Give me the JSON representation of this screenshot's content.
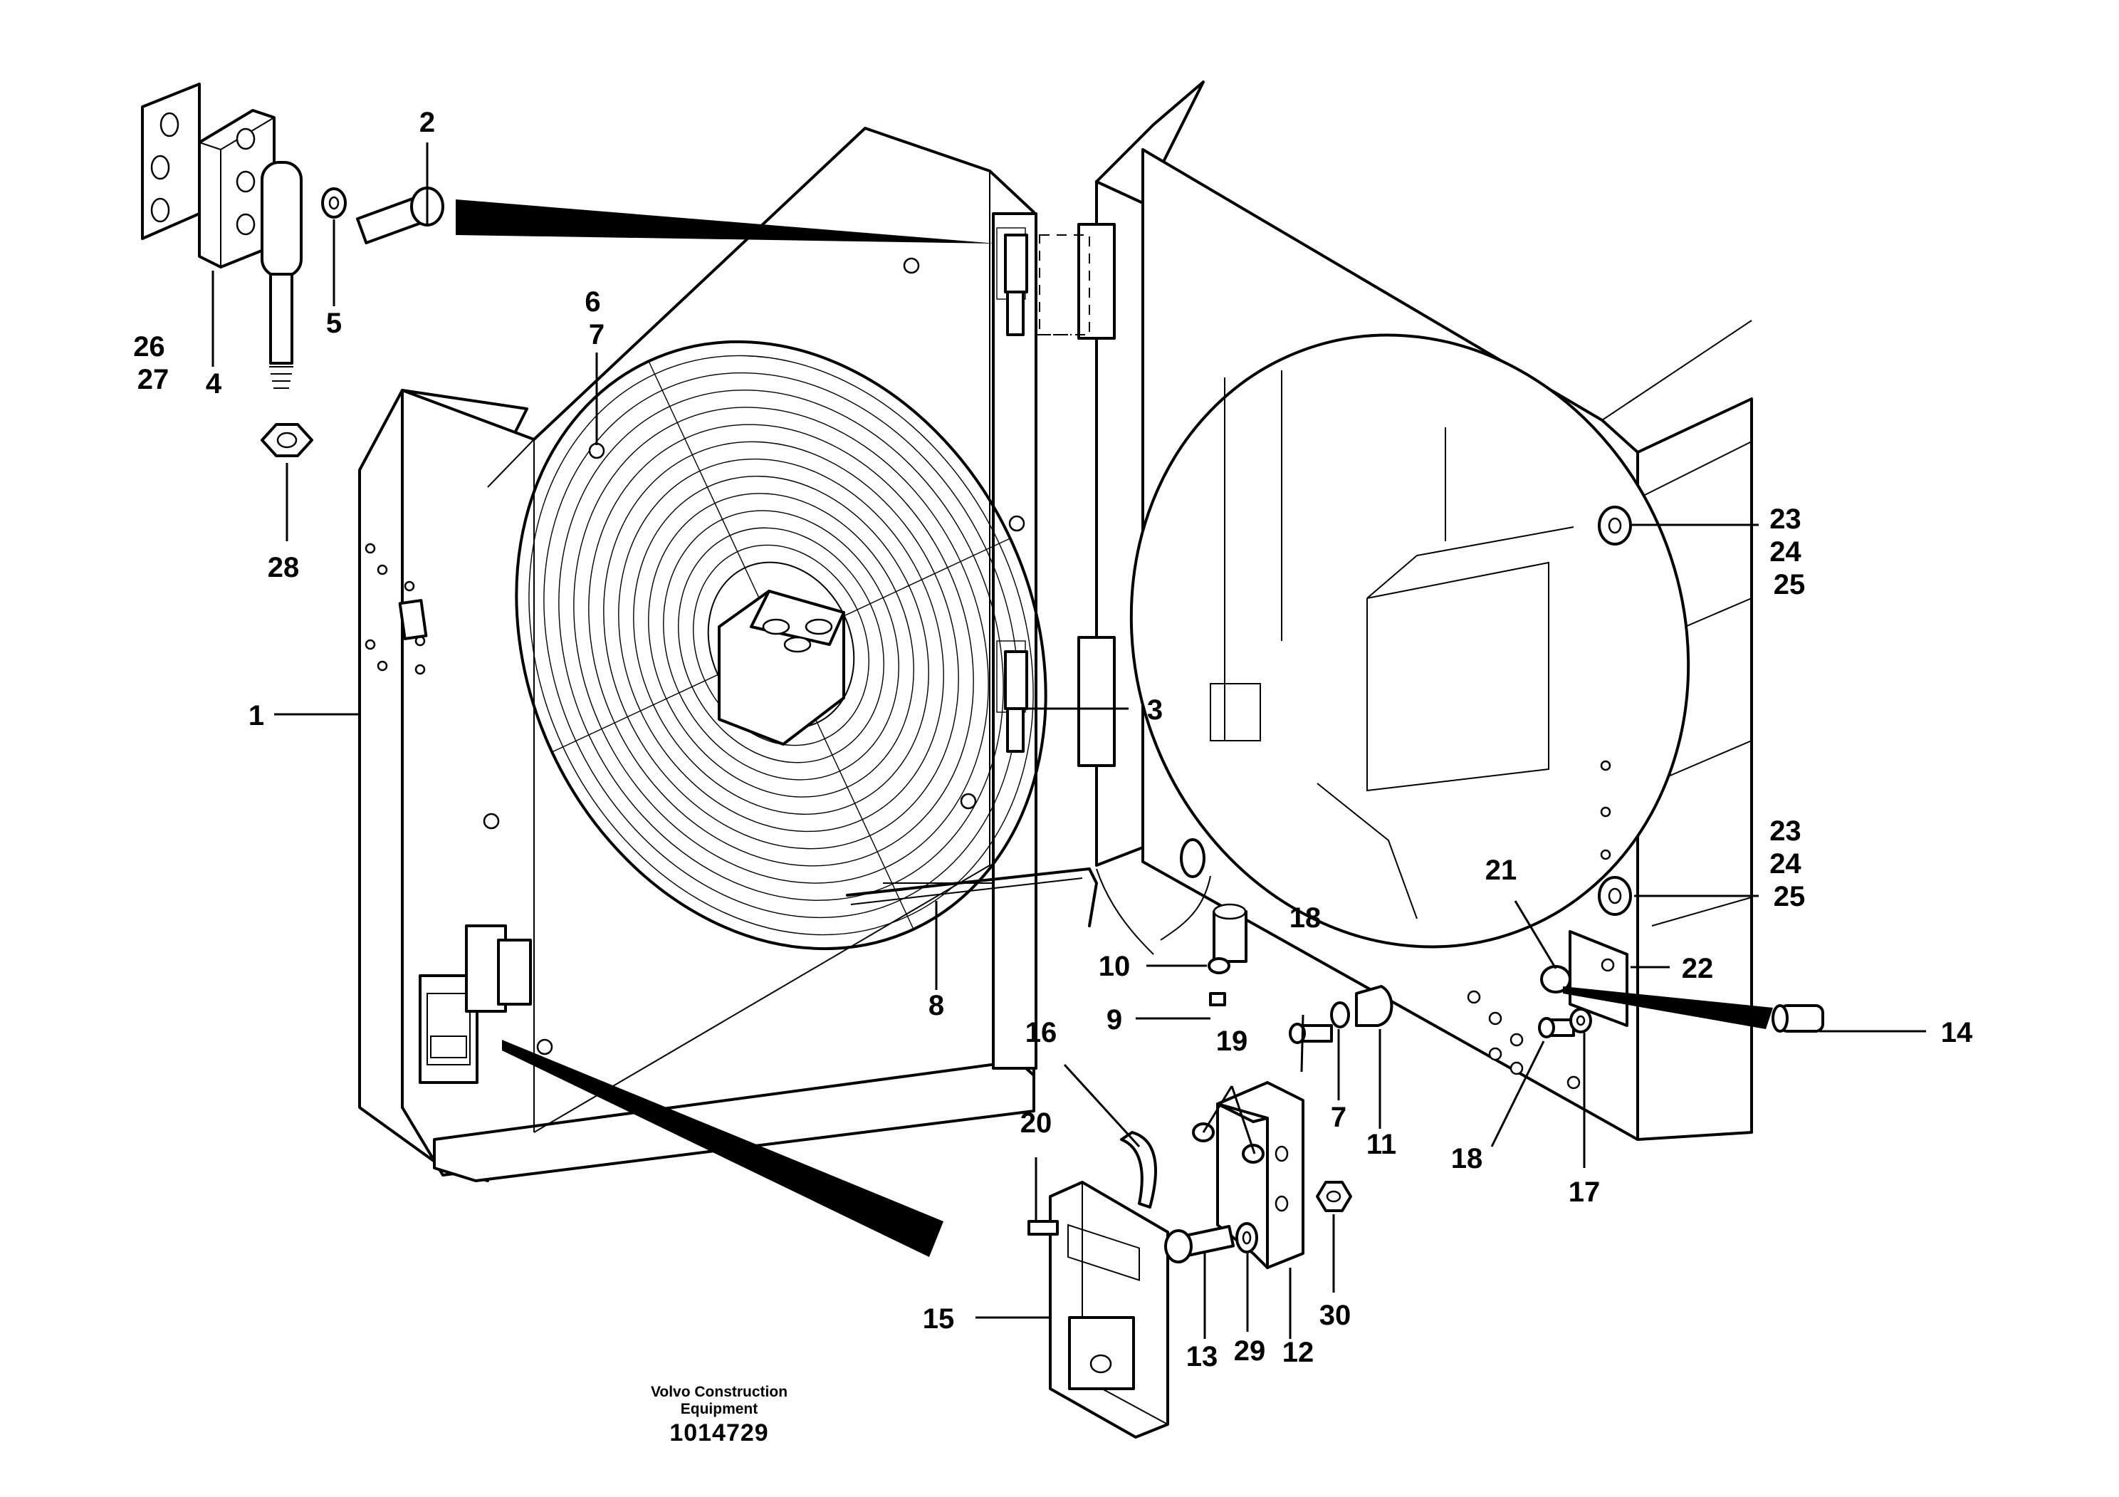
{
  "footer": {
    "brand_line_1": "Volvo Construction",
    "brand_line_2": "Equipment",
    "drawing_number": "1014729"
  },
  "callouts": [
    {
      "id": "c1",
      "lines": [
        "1"
      ]
    },
    {
      "id": "c2",
      "lines": [
        "2"
      ]
    },
    {
      "id": "c3",
      "lines": [
        "3"
      ]
    },
    {
      "id": "c4",
      "lines": [
        "4"
      ]
    },
    {
      "id": "c5",
      "lines": [
        "5"
      ]
    },
    {
      "id": "c6",
      "lines": [
        "6",
        "7"
      ]
    },
    {
      "id": "c7",
      "lines": [
        "7"
      ]
    },
    {
      "id": "c8",
      "lines": [
        "8"
      ]
    },
    {
      "id": "c9",
      "lines": [
        "9"
      ]
    },
    {
      "id": "c10",
      "lines": [
        "10"
      ]
    },
    {
      "id": "c11",
      "lines": [
        "11"
      ]
    },
    {
      "id": "c12",
      "lines": [
        "12"
      ]
    },
    {
      "id": "c13",
      "lines": [
        "13"
      ]
    },
    {
      "id": "c14",
      "lines": [
        "14"
      ]
    },
    {
      "id": "c15",
      "lines": [
        "15"
      ]
    },
    {
      "id": "c16",
      "lines": [
        "16"
      ]
    },
    {
      "id": "c17",
      "lines": [
        "17"
      ]
    },
    {
      "id": "c18a",
      "lines": [
        "18"
      ]
    },
    {
      "id": "c18b",
      "lines": [
        "18"
      ]
    },
    {
      "id": "c19",
      "lines": [
        "19"
      ]
    },
    {
      "id": "c20",
      "lines": [
        "20"
      ]
    },
    {
      "id": "c21",
      "lines": [
        "21"
      ]
    },
    {
      "id": "c22",
      "lines": [
        "22"
      ]
    },
    {
      "id": "c23a",
      "lines": [
        "23",
        "24",
        "25"
      ]
    },
    {
      "id": "c23b",
      "lines": [
        "23",
        "24",
        "25"
      ]
    },
    {
      "id": "c26",
      "lines": [
        "26",
        "27"
      ]
    },
    {
      "id": "c28",
      "lines": [
        "28"
      ]
    },
    {
      "id": "c29",
      "lines": [
        "29"
      ]
    },
    {
      "id": "c30",
      "lines": [
        "30"
      ]
    }
  ]
}
